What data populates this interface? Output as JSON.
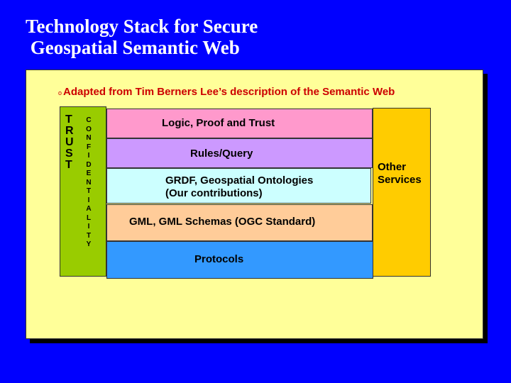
{
  "slide": {
    "title": "Technology Stack for Secure\n Geospatial Semantic Web",
    "subtitle_bullet": "o",
    "subtitle": "Adapted from Tim Berners Lee’s description of the Semantic Web"
  },
  "diagram": {
    "trust_label": "T\nR\nU\nS\nT",
    "confidentiality_label": "C\nO\nN\nF\nI\nD\nE\nN\nT\nI\nA\nL\nI\nT\nY",
    "layers": {
      "logic": "Logic, Proof and Trust",
      "rules": "Rules/Query",
      "grdf_line1": "GRDF, Geospatial Ontologies",
      "grdf_line2": "(Our contributions)",
      "gml": "GML, GML Schemas (OGC Standard)",
      "protocols": "Protocols"
    },
    "other_services": "Other\nServices",
    "colors": {
      "background": "#0000ff",
      "panel": "#ffff99",
      "trust": "#99cc00",
      "logic": "#ff99cc",
      "rules": "#cc99ff",
      "grdf": "#ccffff",
      "gml": "#ffcc99",
      "protocols": "#3399ff",
      "other_services": "#ffcc00",
      "subtitle_text": "#cc0000"
    }
  }
}
